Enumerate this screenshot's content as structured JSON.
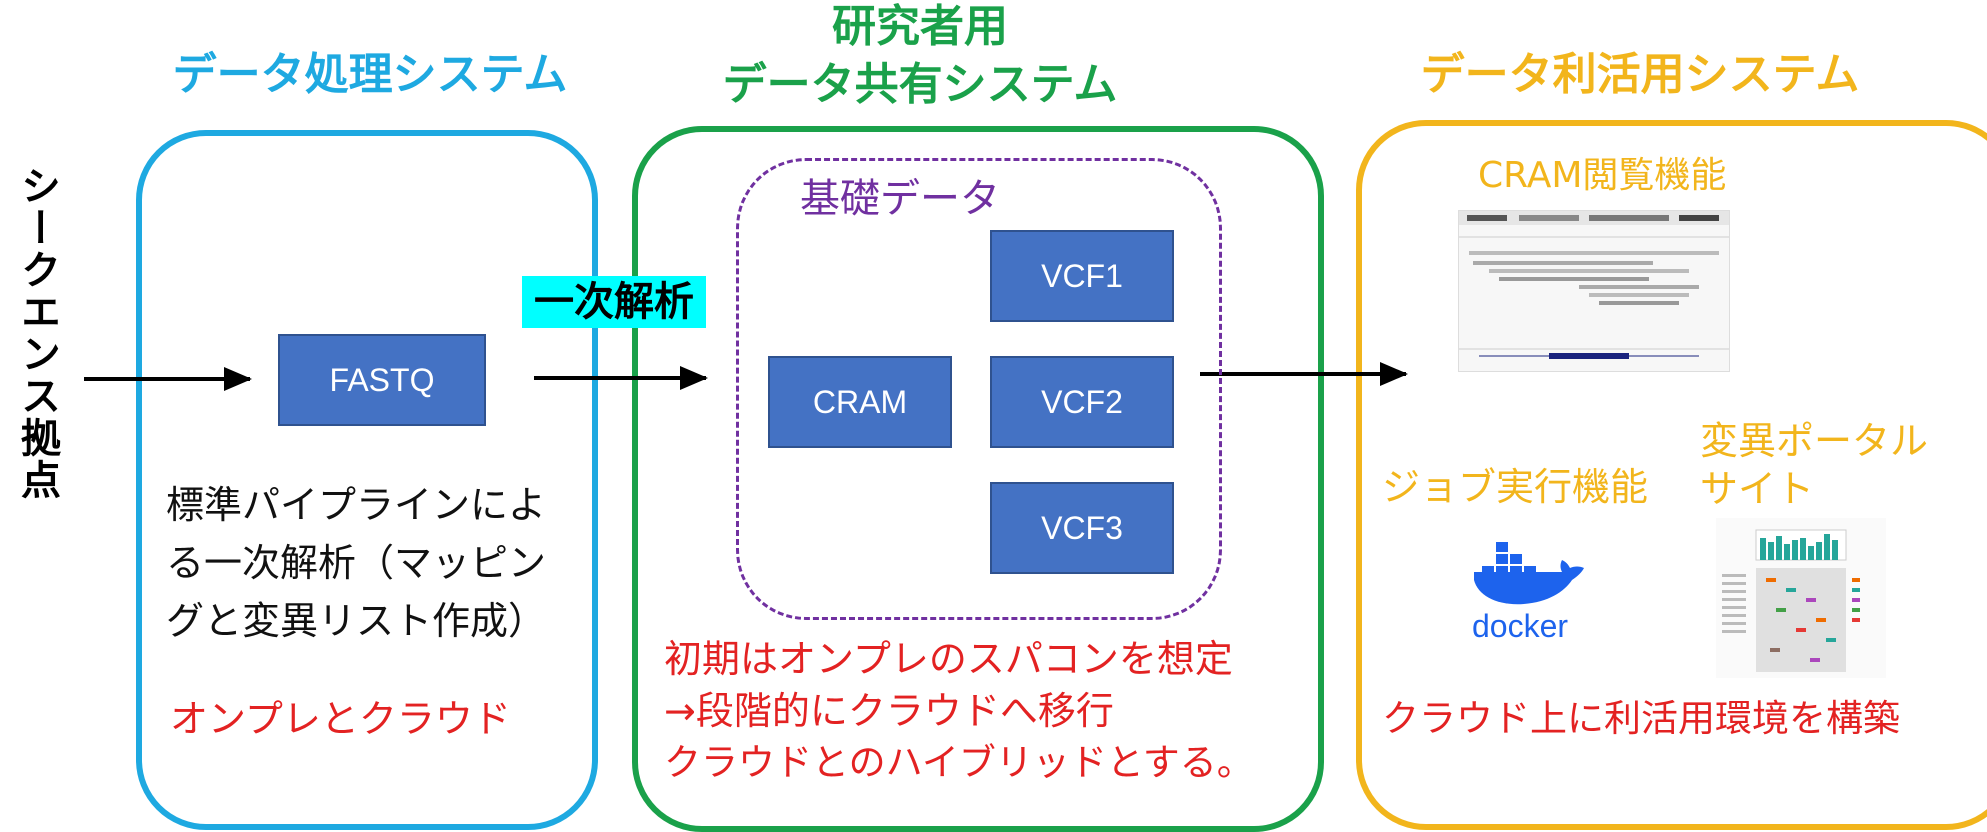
{
  "left_label": "シークエンス拠点",
  "panels": {
    "processing": {
      "title": "データ処理システム",
      "box": "FASTQ",
      "desc": [
        "標準パイプラインによ",
        "る一次解析（マッピン",
        "グと変異リスト作成）"
      ],
      "note": "オンプレとクラウド"
    },
    "sharing": {
      "title": [
        "研究者用",
        "データ共有システム"
      ],
      "group_label": "基礎データ",
      "boxes": [
        "CRAM",
        "VCF1",
        "VCF2",
        "VCF3"
      ],
      "note": [
        "初期はオンプレのスパコンを想定",
        "→段階的にクラウドへ移行",
        "クラウドとのハイブリッドとする。"
      ]
    },
    "utilization": {
      "title": "データ利活用システム",
      "cram_label": "CRAM閲覧機能",
      "job_label": "ジョブ実行機能",
      "portal_label": [
        "変異ポータル",
        "サイト"
      ],
      "docker_text": "docker",
      "note": "クラウド上に利活用環境を構築"
    }
  },
  "analysis_badge": "一次解析",
  "colors": {
    "processing": "#1ea9e1",
    "sharing": "#1aa14a",
    "utilization": "#f2b51c",
    "box": "#4472c4",
    "badge": "#00ffff",
    "note": "#e32222",
    "group": "#7030a0"
  }
}
